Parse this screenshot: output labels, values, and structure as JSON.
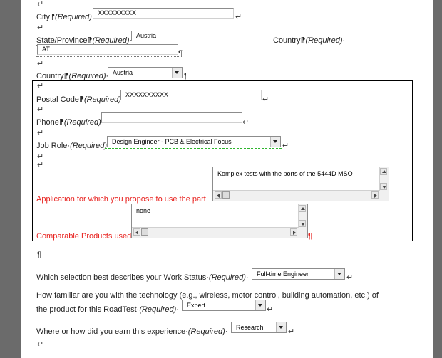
{
  "marks": {
    "return": "↵",
    "para": "¶"
  },
  "form": {
    "city": {
      "label": "City",
      "req": "(Required)",
      "value": "XXXXXXXXX"
    },
    "state": {
      "label": "State/Province",
      "req": "(Required)",
      "value": "Austria"
    },
    "country_inline": {
      "label": "Country",
      "req": "(Required)",
      "value": "AT"
    },
    "country": {
      "label": "Country",
      "req": "(Required)",
      "value": "Austria"
    },
    "postal": {
      "label": "Postal Code",
      "req": "(Required)",
      "value": "XXXXXXXXXX"
    },
    "phone": {
      "label": "Phone",
      "req": "(Required)",
      "value": ""
    },
    "job_role": {
      "label": "Job Role",
      "req": "(Required)",
      "value": "Design Engineer - PCB & Electrical Focus"
    },
    "application": {
      "label": "Application  for which  you propose to use the part",
      "value": "Komplex tests with the ports of the 5444D MSO"
    },
    "comparable": {
      "label": "Comparable Products used",
      "value": "none"
    },
    "work_status": {
      "label": "Which selection best describes your Work Status",
      "req": "(Required)",
      "value": "Full-time Engineer"
    },
    "familiar": {
      "label_line1": "How familiar are you with the technology (e.g., wireless, motor control, building automation, etc.) of",
      "label_line2": "the product for this RoadTest",
      "req": "(Required)",
      "value": "Expert"
    },
    "experience": {
      "label": "Where or how did you earn this experience",
      "req": "(Required)",
      "value": "Research"
    }
  }
}
